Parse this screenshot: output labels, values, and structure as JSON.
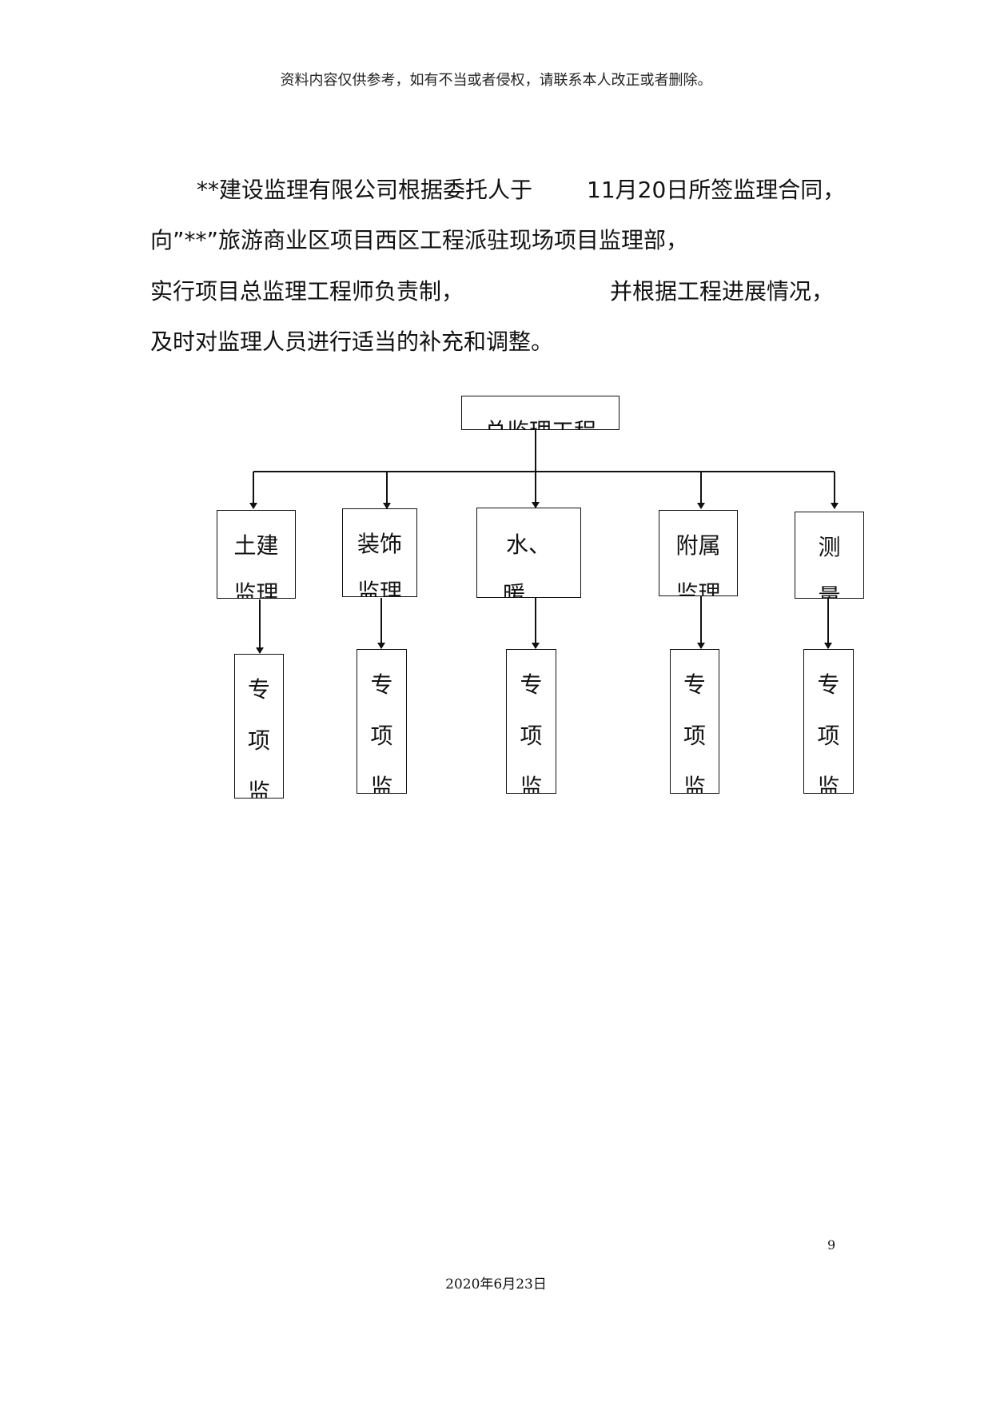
{
  "header": {
    "notice": "资料内容仅供参考，如有不当或者侵权，请联系本人改正或者删除。"
  },
  "body": {
    "line1_a": "**建设监理有限公司根据委托人于",
    "line1_b": "11月20日所签监理合同，",
    "line2": "向”**”旅游商业区项目西区工程派驻现场项目监理部，",
    "line3_a": "实行项目总监理工程师负责制，",
    "line3_b": "并根据工程进展情况，",
    "line4": "及时对监理人员进行适当的补充和调整。"
  },
  "org_chart": {
    "root": {
      "line1": "总监理工程"
    },
    "departments": [
      {
        "line1": "土建",
        "line2": "监理"
      },
      {
        "line1": "装饰",
        "line2": "监理"
      },
      {
        "line1": "水、",
        "line2": "暖"
      },
      {
        "line1": "附属",
        "line2": "监理"
      },
      {
        "line1": "测",
        "line2": "量"
      }
    ],
    "specialists": [
      {
        "c1": "专",
        "c2": "项",
        "c3": "监"
      },
      {
        "c1": "专",
        "c2": "项",
        "c3": "监"
      },
      {
        "c1": "专",
        "c2": "项",
        "c3": "监"
      },
      {
        "c1": "专",
        "c2": "项",
        "c3": "监"
      },
      {
        "c1": "专",
        "c2": "项",
        "c3": "监"
      }
    ]
  },
  "footer": {
    "page_number": "9",
    "date": "2020年6月23日"
  }
}
